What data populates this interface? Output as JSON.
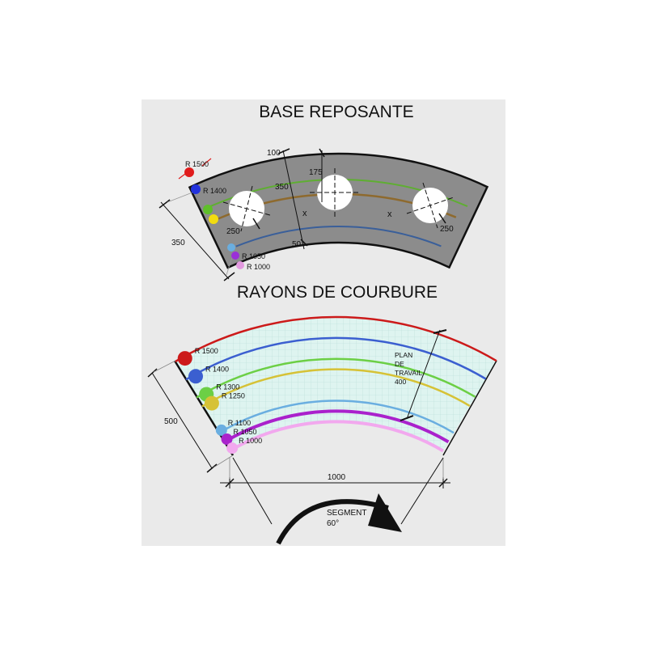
{
  "top": {
    "title": "BASE REPOSANTE",
    "dims": {
      "d100": "100",
      "d175": "175",
      "d350_inner": "350",
      "d250_left": "250",
      "d250_right": "250",
      "d50": "50",
      "d350_side": "350"
    },
    "radii": [
      {
        "label": "R 1500",
        "color": "#e01b1b"
      },
      {
        "label": "R 1400",
        "color": "#2233dd"
      },
      {
        "label": "",
        "color": "#5fbf2a"
      },
      {
        "label": "",
        "color": "#f2dc10"
      },
      {
        "label": "R 1050",
        "color": "#9a30d8"
      },
      {
        "label": "R 1000",
        "color": "#e39ae0"
      }
    ],
    "band_color": "#8c8c8c",
    "line_colors": {
      "green": "#5fae32",
      "brown": "#8e6a2e",
      "blue": "#3a5f9a"
    }
  },
  "bottom": {
    "title": "RAYONS DE COURBURE",
    "dims": {
      "d500": "500",
      "d1000": "1000"
    },
    "plan_label": [
      "PLAN",
      "DE",
      "TRAVAIL",
      "400"
    ],
    "segment_label": [
      "SEGMENT",
      "60°"
    ],
    "band_color": "#def4f0",
    "radii": [
      {
        "label": "R 1500",
        "color": "#cc1a1a",
        "r": 1500
      },
      {
        "label": "R 1400",
        "color": "#3b5fd0",
        "r": 1400
      },
      {
        "label": "R 1300",
        "color": "#6ccf45",
        "r": 1300
      },
      {
        "label": "R 1250",
        "color": "#d6c236",
        "r": 1250
      },
      {
        "label": "R 1100",
        "color": "#6aaee0",
        "r": 1100
      },
      {
        "label": "R 1050",
        "color": "#aa22cc",
        "r": 1050
      },
      {
        "label": "R 1000",
        "color": "#f2a8ee",
        "r": 1000
      }
    ]
  }
}
